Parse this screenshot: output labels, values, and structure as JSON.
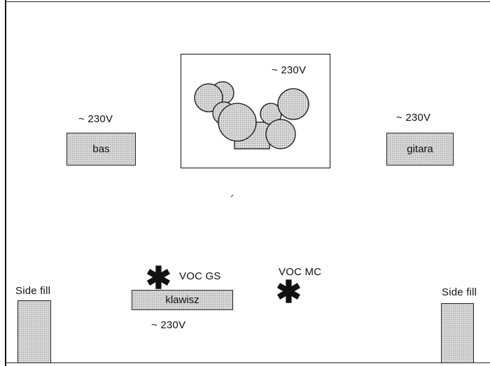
{
  "labels": {
    "voltage": "~ 230V",
    "bass": "bas",
    "guitar": "gitara",
    "keys": "klawisz",
    "voc_gs": "VOC GS",
    "voc_mc": "VOC MC",
    "side_fill_left": "Side fill",
    "side_fill_right": "Side fill"
  },
  "icons": {
    "mic_marker": "asterisk",
    "mic_glyph": "✱"
  },
  "colors": {
    "box_fill": "#d6d6d6",
    "outline": "#111111",
    "background": "#ffffff"
  }
}
